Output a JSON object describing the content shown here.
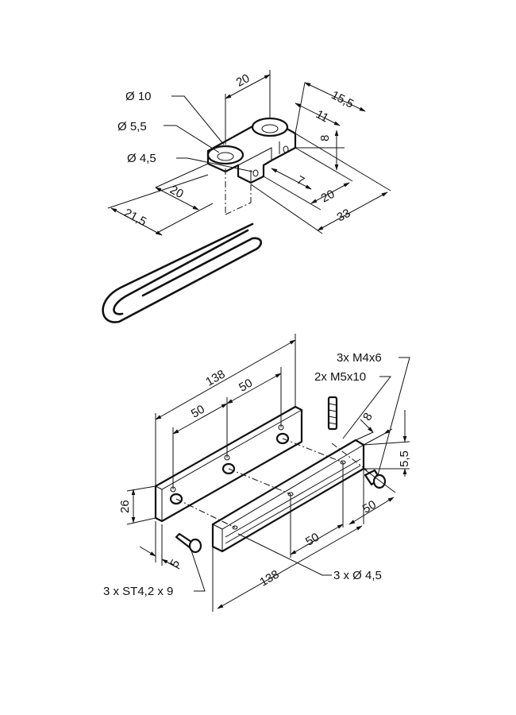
{
  "bracket": {
    "dia_10": "Ø 10",
    "dia_5_5": "Ø 5,5",
    "dia_4_5": "Ø 4,5",
    "dim_20_top": "20",
    "dim_15_5": "15,5",
    "dim_11": "11",
    "dim_8": "8",
    "dim_7": "7",
    "dim_20_right": "20",
    "dim_33": "33",
    "dim_20_left": "20",
    "dim_21_5": "21,5"
  },
  "rail": {
    "dim_138_top": "138",
    "dim_50_a": "50",
    "dim_50_b": "50",
    "dim_26": "26",
    "dim_5": "5",
    "screw_st": "3 x ST4,2 x 9",
    "screw_m4": "3x M4x6",
    "screw_m5": "2x M5x10",
    "dim_8_r": "8",
    "dim_5_5_r": "5,5",
    "dim_50_r": "50",
    "dim_50_bottom": "50",
    "dim_138_bottom": "138",
    "dia_4_5_holes": "3 x Ø 4,5"
  }
}
